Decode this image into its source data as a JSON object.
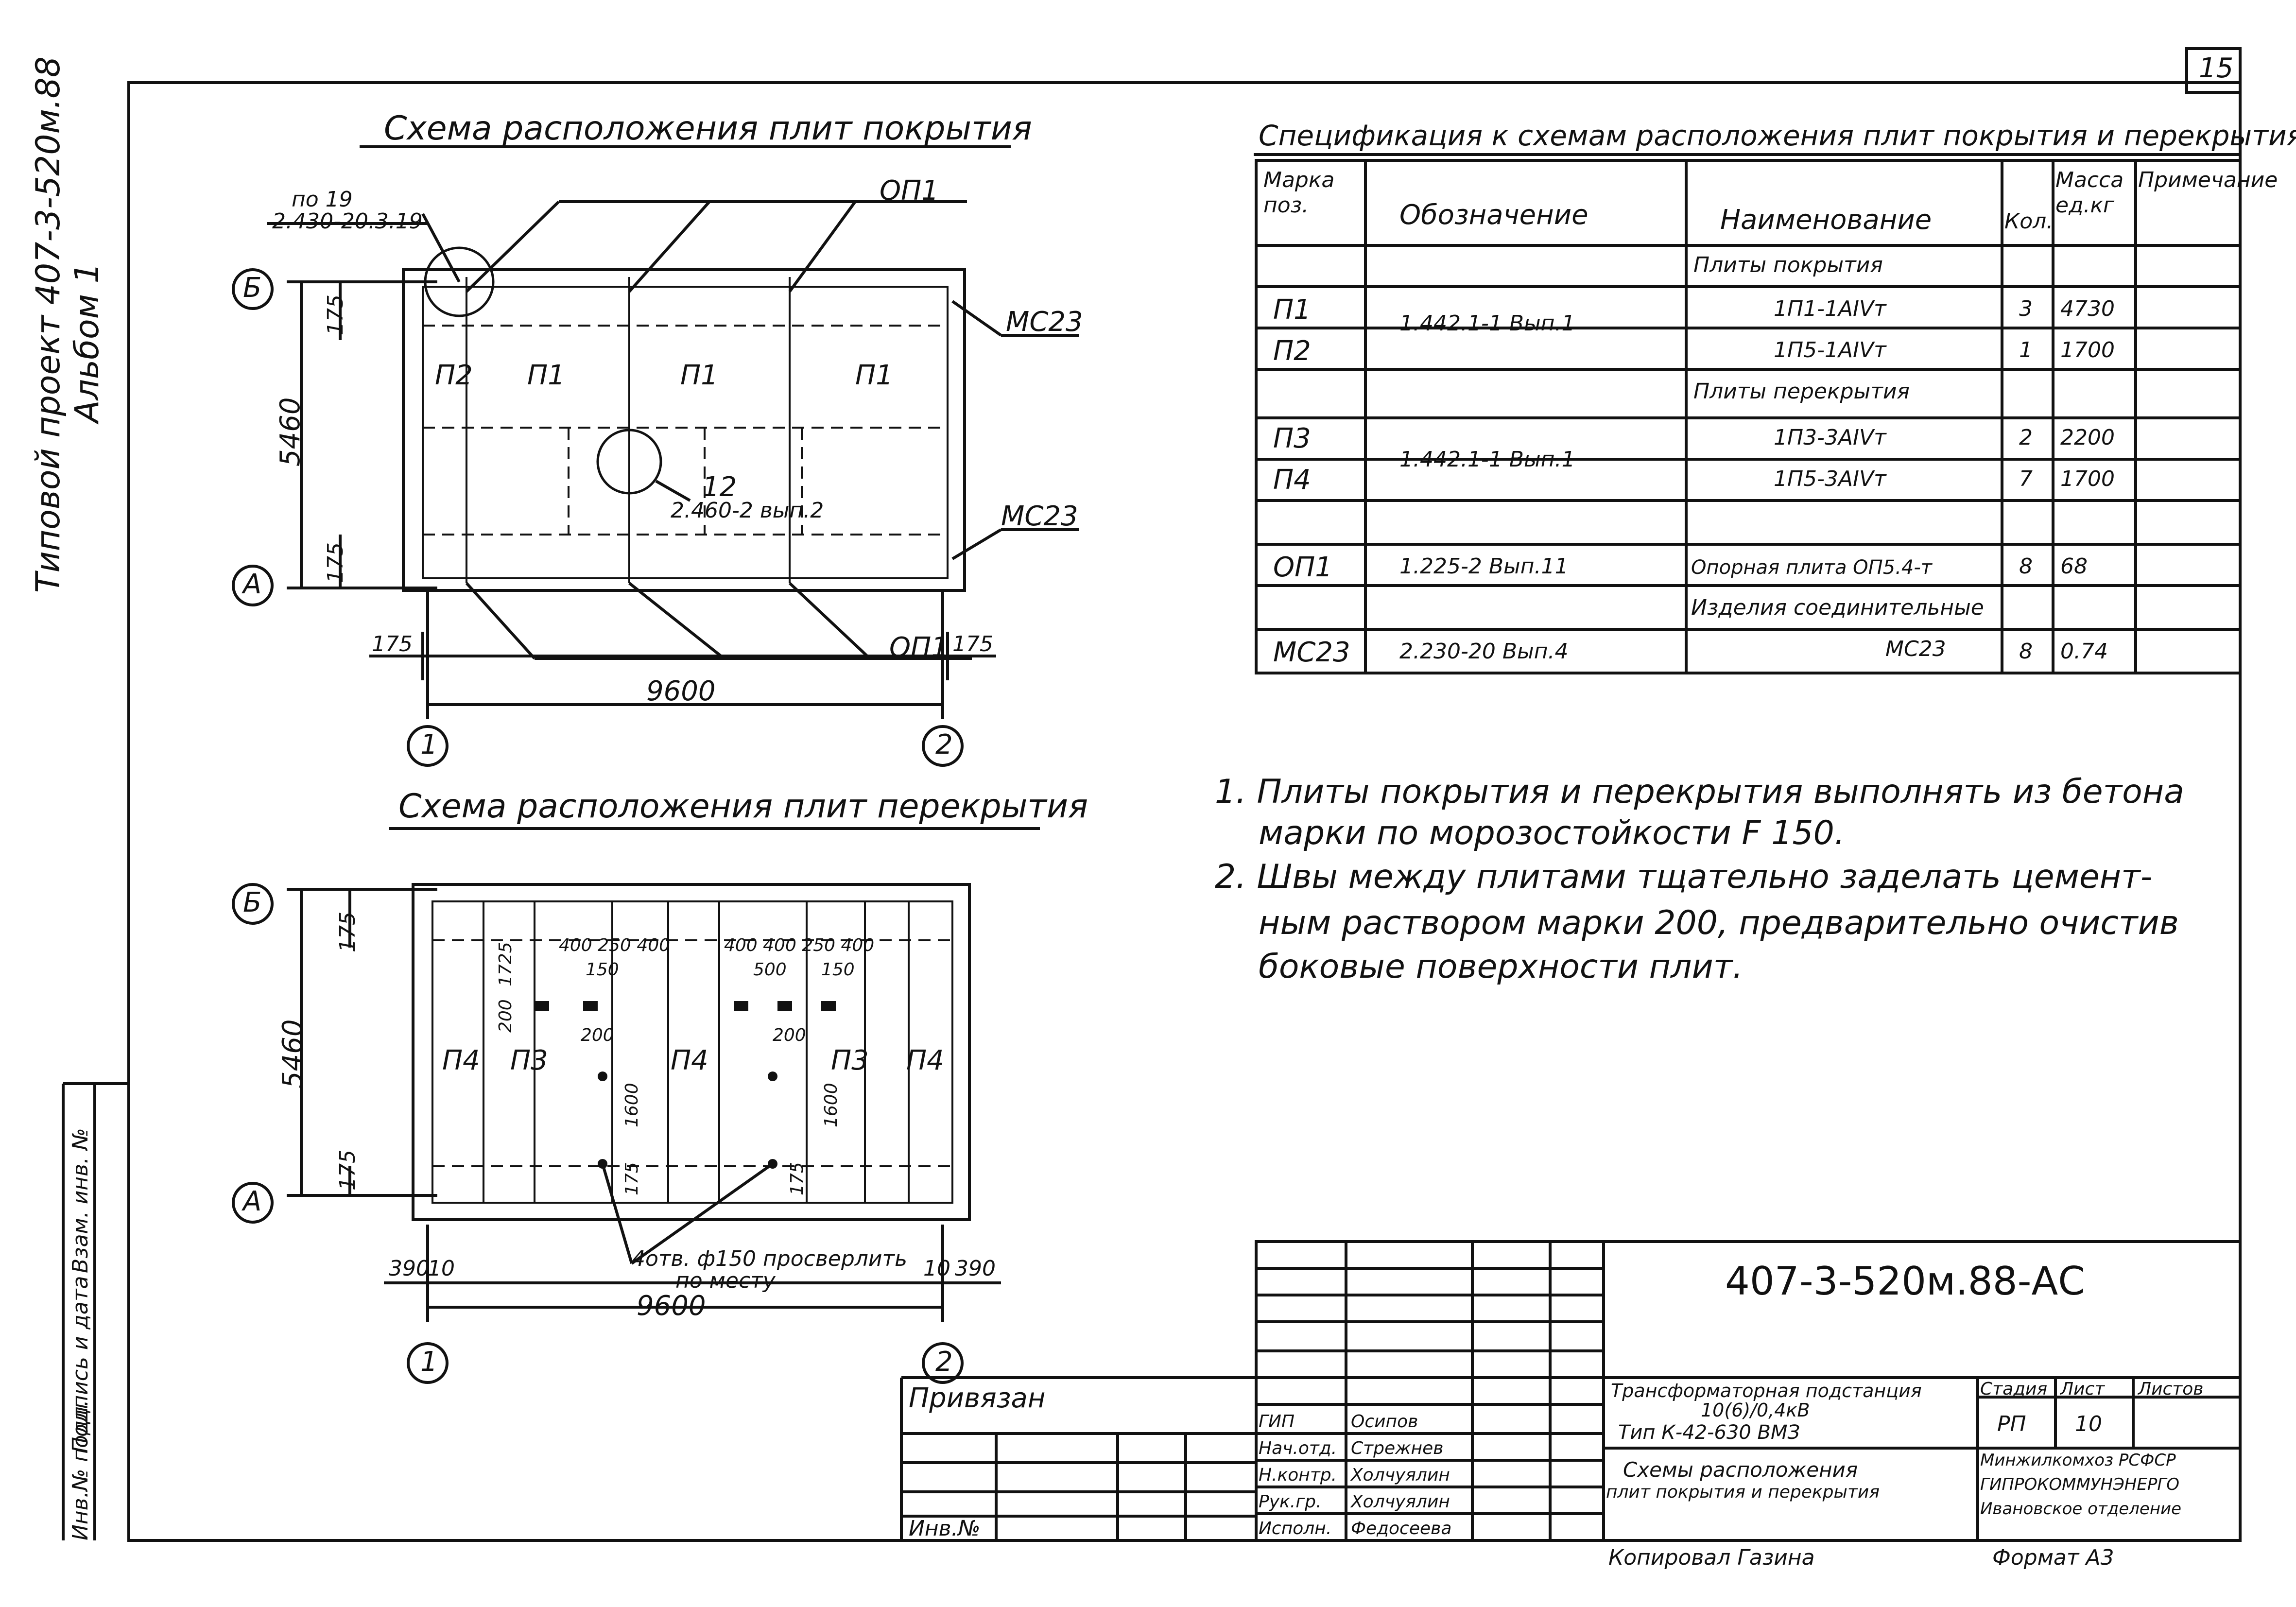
{
  "sheet_number": "15",
  "side_stamp": {
    "line1": "Типовой проект 407-3-520м.88",
    "line2": "Альбом 1"
  },
  "left_strip": {
    "inv_orig": "Инв.№ подл.",
    "sign_date": "Подпись и дата",
    "replace_inv": "Взам. инв. №"
  },
  "roof_plan": {
    "title": "Схема расположения плит покрытия",
    "callout_a": "по 19",
    "callout_b": "2.430-20.3.19",
    "op1_top": "ОП1",
    "op1_bottom": "ОП1",
    "mc23_top": "МС23",
    "mc23_bottom": "МС23",
    "axis_b": "Б",
    "axis_a": "А",
    "axis_1": "1",
    "axis_2": "2",
    "dim_175_top": "175",
    "dim_5460": "5460",
    "dim_175_bottom": "175",
    "dim_175_left": "175",
    "dim_175_right": "175",
    "dim_9600": "9600",
    "p2": "П2",
    "p1a": "П1",
    "p1b": "П1",
    "p1c": "П1",
    "opening_mark": "12",
    "opening_ref": "2.460-2 вып.2"
  },
  "floor_plan": {
    "title": "Схема расположения плит перекрытия",
    "axis_b": "Б",
    "axis_a": "А",
    "axis_1": "1",
    "axis_2": "2",
    "dim_175_top": "175",
    "dim_5460": "5460",
    "dim_175_bottom": "175",
    "dim_390_left": "390",
    "dim_10_left": "10",
    "dim_10_right": "10",
    "dim_390_right": "390",
    "dim_9600": "9600",
    "p4a": "П4",
    "p3a": "П3",
    "p4b": "П4",
    "p3b": "П3",
    "p4c": "П4",
    "dim_group1": "400 250 400",
    "dim_150a": "150",
    "dim_1725": "1725",
    "dim_200a": "200",
    "dim_200b": "200",
    "dim_1600a": "1600",
    "dim_175a": "175",
    "dim_group2": "400 400 250 400",
    "dim_500": "500",
    "dim_150b": "150",
    "dim_200c": "200",
    "dim_1600b": "1600",
    "dim_175b": "175",
    "holes_note": "4отв. ф150 просверлить",
    "holes_note2": "по месту"
  },
  "spec": {
    "title": "Спецификация к схемам расположения плит покрытия и перекрытия",
    "headers": [
      "Марка поз.",
      "Обозначение",
      "Наименование",
      "Кол.",
      "Масса ед.кг",
      "Примечание"
    ],
    "rows": [
      [
        "",
        "",
        "Плиты покрытия",
        "",
        "",
        ""
      ],
      [
        "П1",
        "1.442.1-1 Вып.1",
        "1П1-1АIVт",
        "3",
        "4730",
        ""
      ],
      [
        "П2",
        "",
        "1П5-1АIVт",
        "1",
        "1700",
        ""
      ],
      [
        "",
        "",
        "Плиты перекрытия",
        "",
        "",
        ""
      ],
      [
        "П3",
        "1.442.1-1 Вып.1",
        "1П3-3АIVт",
        "2",
        "2200",
        ""
      ],
      [
        "П4",
        "",
        "1П5-3АIVт",
        "7",
        "1700",
        ""
      ],
      [
        "",
        "",
        "",
        "",
        "",
        ""
      ],
      [
        "ОП1",
        "1.225-2 Вып.11",
        "Опорная плита ОП5.4-т",
        "8",
        "68",
        ""
      ],
      [
        "",
        "",
        "Изделия соединительные",
        "",
        "",
        ""
      ],
      [
        "МС23",
        "2.230-20 Вып.4",
        "МС23",
        "8",
        "0.74",
        ""
      ]
    ]
  },
  "notes": {
    "n1_a": "1. Плиты покрытия и перекрытия выполнять из бетона",
    "n1_b": "марки по морозостойкости F 150.",
    "n2_a": "2. Швы между плитами тщательно заделать цемент-",
    "n2_b": "ным раствором марки 200, предварительно очистив",
    "n2_c": "боковые поверхности плит."
  },
  "title_block": {
    "code": "407-3-520м.88-АС",
    "privyazan": "Привязан",
    "inv_no": "Инв.№",
    "roles": [
      "ГИП",
      "Нач.отд.",
      "Н.контр.",
      "Рук.гр.",
      "Исполн."
    ],
    "names": [
      "Осипов",
      "Стрежнев",
      "Холчуялин",
      "Холчуялин",
      "Федосеева"
    ],
    "project_a": "Трансформаторная подстанция",
    "project_b": "10(6)/0,4кВ",
    "project_c": "Тип К-42-630 ВМЗ",
    "sheet_name_a": "Схемы расположения",
    "sheet_name_b": "плит покрытия и перекрытия",
    "stage_h": "Стадия",
    "sheet_h": "Лист",
    "sheets_h": "Листов",
    "stage": "РП",
    "sheet": "10",
    "org_a": "Минжилкомхоз РСФСР",
    "org_b": "ГИПРОКОММУНЭНЕРГО",
    "org_c": "Ивановское отделение",
    "copied": "Копировал Газина",
    "format": "Формат А3"
  }
}
